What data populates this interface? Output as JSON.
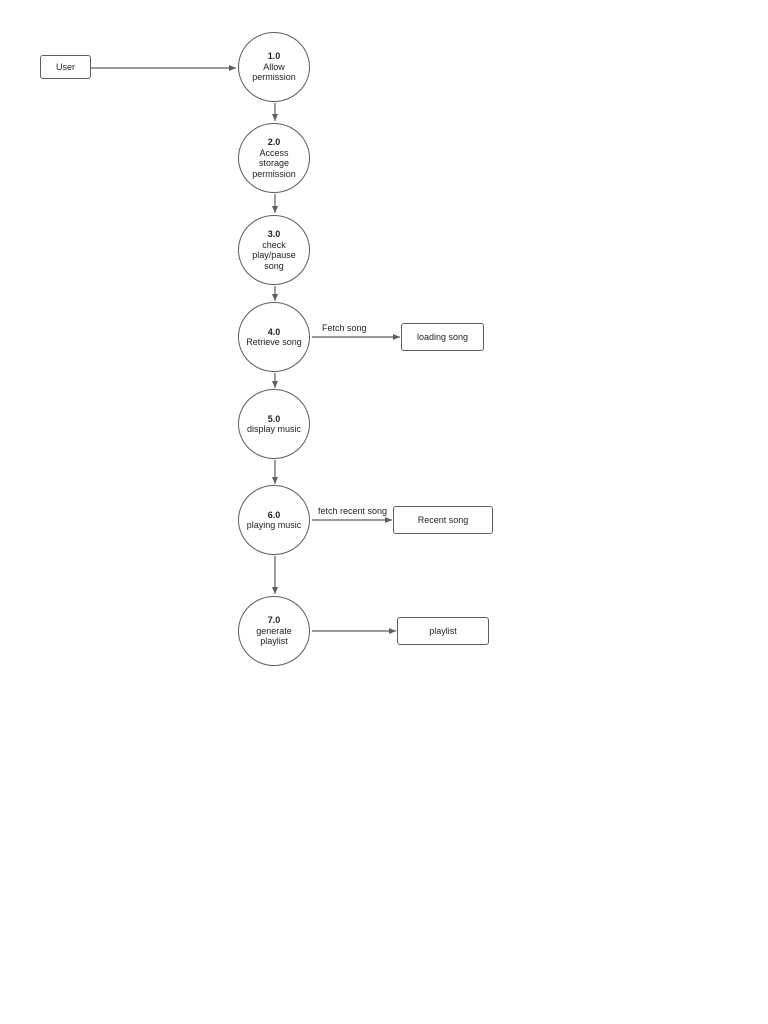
{
  "entities": {
    "user": "User",
    "loading_song": "loading song",
    "recent_song": "Recent song",
    "playlist": "playlist"
  },
  "processes": [
    {
      "id": "1.0",
      "label": "Allow\npermission"
    },
    {
      "id": "2.0",
      "label": "Access\nstorage\npermission"
    },
    {
      "id": "3.0",
      "label": "check\nplay/pause\nsong"
    },
    {
      "id": "4.0",
      "label": "Retrieve song"
    },
    {
      "id": "5.0",
      "label": "display music"
    },
    {
      "id": "6.0",
      "label": "playing music"
    },
    {
      "id": "7.0",
      "label": "generate\nplaylist"
    }
  ],
  "flows": {
    "fetch_song": "Fetch song",
    "fetch_recent_song": "fetch recent song"
  }
}
